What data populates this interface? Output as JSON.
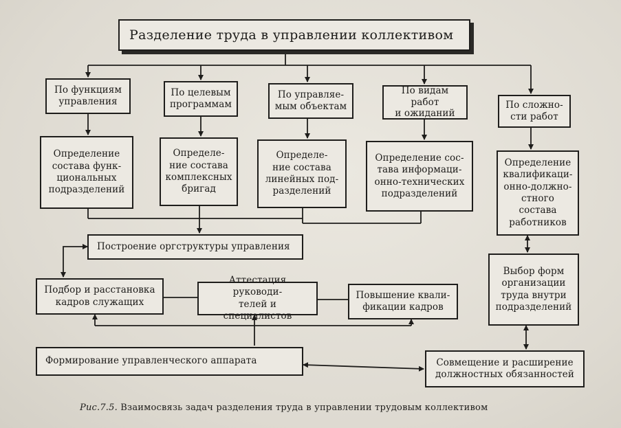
{
  "title": "Разделение труда в управлении коллективом",
  "criteria": [
    "По функциям\nуправления",
    "По целевым\nпрограммам",
    "По управляе-\nмым объектам",
    "По видам работ\nи ожиданий",
    "По сложно-\nсти работ"
  ],
  "definitions": [
    "Определение\nсостава функ-\nциональных\nподразделений",
    "Определе-\nние состава\nкомплексных\nбригад",
    "Определе-\nние состава\nлинейных под-\nразделений",
    "Определение сос-\nтава информаци-\nонно-технических\nподразделений",
    "Определение\nквалификаци-\nонно-должно-\nстного состава\nработников"
  ],
  "orgstructure": "Построение оргструктуры управления",
  "selection": "Подбор и расстановка\nкадров служащих",
  "attestation": "Аттестация руководи-\nтелей и специалистов",
  "qualification": "Повышение квали-\nфикации кадров",
  "forms": "Выбор форм\nорганизации\nтруда внутри\nподразделений",
  "formation": "Формирование управленческого аппарата",
  "combination": "Совмещение и расширение\nдолжностных обязанностей",
  "caption": {
    "figure": "Рис.7.5.",
    "text": "Взаимосвязь задач разделения труда в управлении трудовым коллективом"
  }
}
